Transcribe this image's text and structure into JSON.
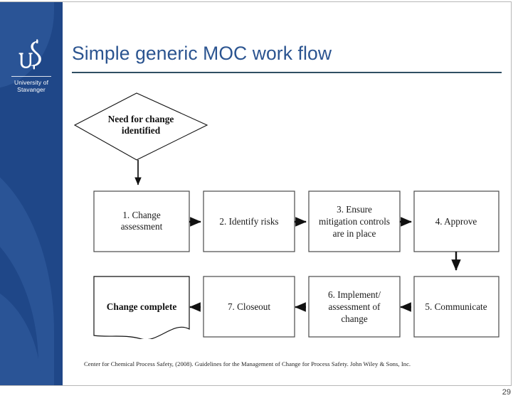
{
  "slide": {
    "title": "Simple generic MOC work flow",
    "page_number": "29",
    "citation": "Center for Chemical Process Safety, (2008). Guidelines for the Management of Change for Process Safety. John Wiley & Sons, Inc.",
    "accent_color": "#2b5490",
    "band_color": "#1f4788",
    "band_highlight_color": "#2a5496",
    "rule_color": "#2f4f63"
  },
  "brand": {
    "logo_icon": "us-monogram-icon",
    "organization_line1": "University of",
    "organization_line2": "Stavanger"
  },
  "diagram": {
    "type": "flowchart",
    "start_node": {
      "shape": "diamond",
      "line1": "Need for change",
      "line2": "identified"
    },
    "row1": [
      {
        "id": "step-1",
        "shape": "rect",
        "line1": "1. Change",
        "line2": "assessment"
      },
      {
        "id": "step-2",
        "shape": "rect",
        "line1": "2. Identify risks",
        "line2": ""
      },
      {
        "id": "step-3",
        "shape": "rect",
        "line1": "3. Ensure",
        "line2": "mitigation controls",
        "line3": "are in place"
      },
      {
        "id": "step-4",
        "shape": "rect",
        "line1": "4. Approve",
        "line2": ""
      }
    ],
    "row2": [
      {
        "id": "end-node",
        "shape": "document",
        "line1": "Change complete",
        "line2": ""
      },
      {
        "id": "step-7",
        "shape": "rect",
        "line1": "7. Closeout",
        "line2": ""
      },
      {
        "id": "step-6",
        "shape": "rect",
        "line1": "6. Implement/",
        "line2": "assessment of",
        "line3": "change"
      },
      {
        "id": "step-5",
        "shape": "rect",
        "line1": "5. Communicate",
        "line2": ""
      }
    ],
    "connector_labels": []
  }
}
